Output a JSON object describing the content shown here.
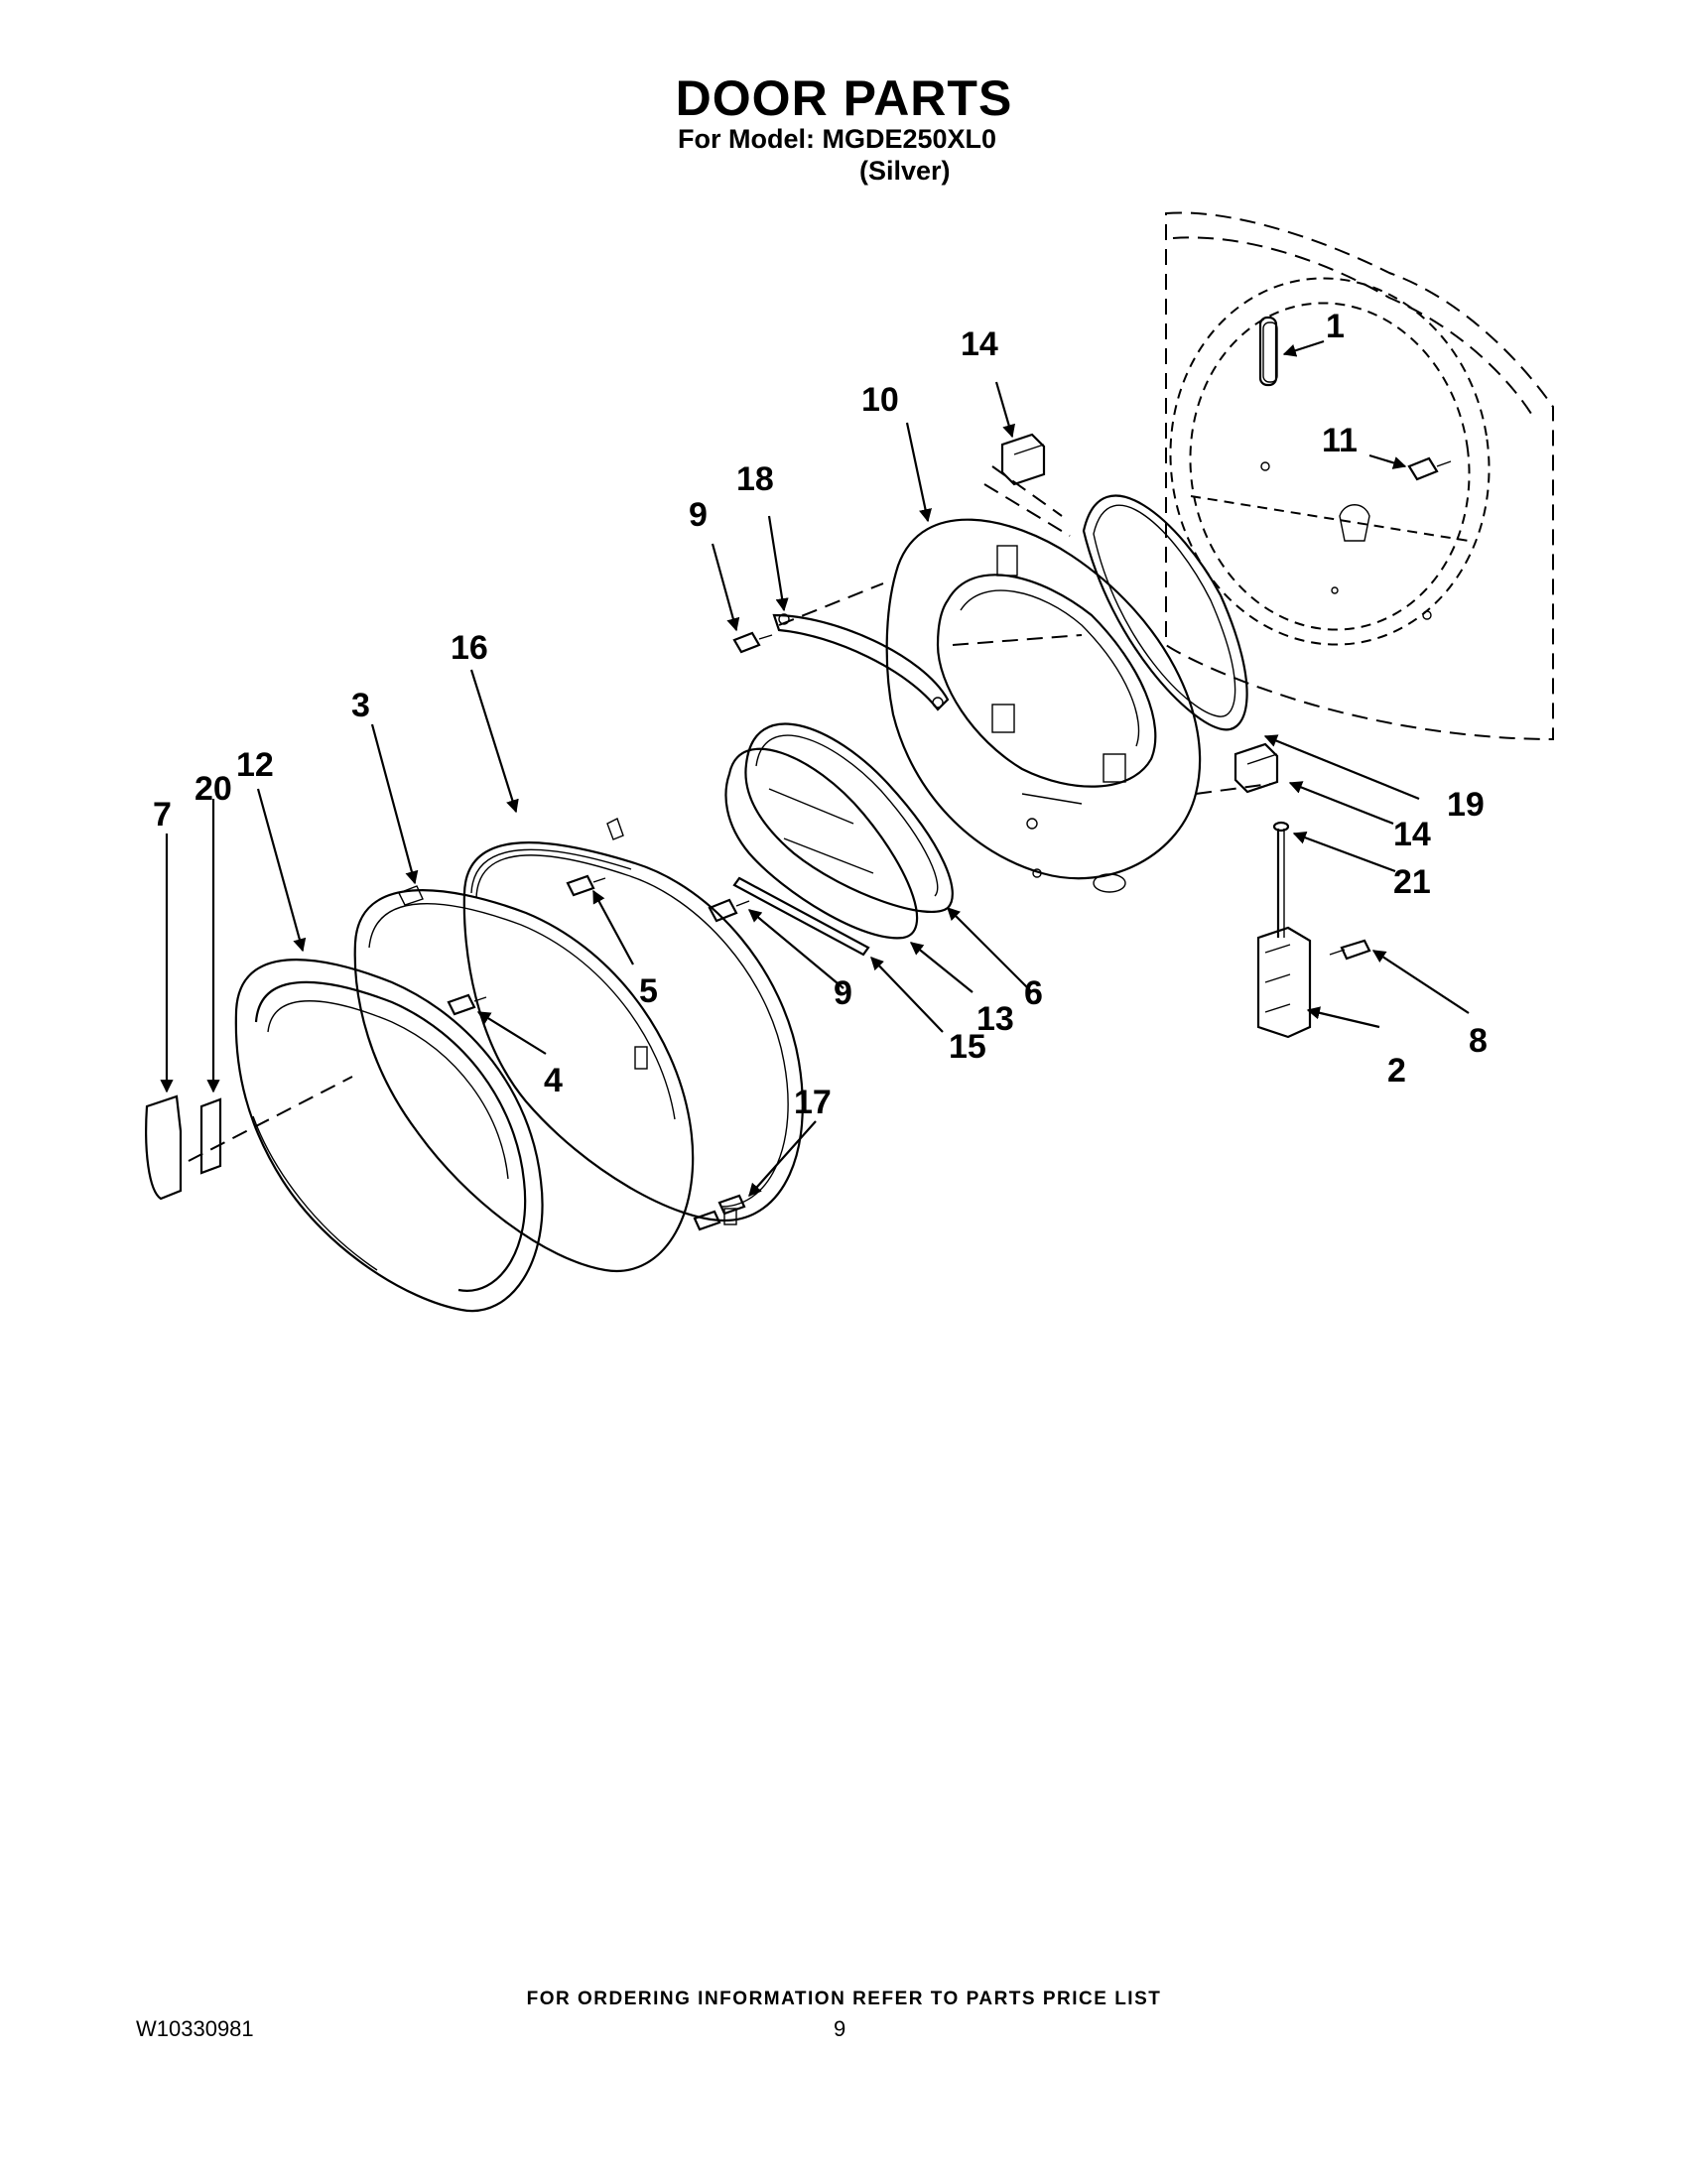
{
  "header": {
    "title": "DOOR PARTS",
    "model_line": "For Model: MGDE250XL0",
    "variant": "(Silver)"
  },
  "callouts": [
    "1",
    "2",
    "3",
    "4",
    "5",
    "6",
    "7",
    "8",
    "9",
    "9",
    "10",
    "11",
    "12",
    "13",
    "14",
    "14",
    "15",
    "16",
    "17",
    "18",
    "19",
    "20",
    "21"
  ],
  "footer": {
    "order_info": "FOR ORDERING INFORMATION REFER TO PARTS PRICE LIST",
    "doc_number": "W10330981",
    "page_number": "9"
  }
}
